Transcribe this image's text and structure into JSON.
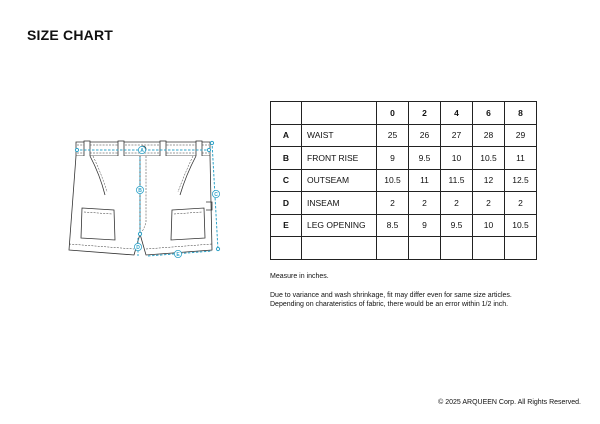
{
  "title": "SIZE CHART",
  "table": {
    "sizes": [
      "0",
      "2",
      "4",
      "6",
      "8"
    ],
    "rows": [
      {
        "code": "A",
        "name": "WAIST",
        "values": [
          "25",
          "26",
          "27",
          "28",
          "29"
        ]
      },
      {
        "code": "B",
        "name": "FRONT RISE",
        "values": [
          "9",
          "9.5",
          "10",
          "10.5",
          "11"
        ]
      },
      {
        "code": "C",
        "name": "OUTSEAM",
        "values": [
          "10.5",
          "11",
          "11.5",
          "12",
          "12.5"
        ]
      },
      {
        "code": "D",
        "name": "INSEAM",
        "values": [
          "2",
          "2",
          "2",
          "2",
          "2"
        ]
      },
      {
        "code": "E",
        "name": "LEG OPENING",
        "values": [
          "8.5",
          "9",
          "9.5",
          "10",
          "10.5"
        ]
      }
    ]
  },
  "notes": {
    "measure": "Measure in inches.",
    "line1": "Due to variance and wash shrinkage, fit may differ even for same size articles.",
    "line2": "Depending on charateristics of fabric, there would be an error within 1/2 inch."
  },
  "figure": {
    "markers": [
      "A",
      "B",
      "C",
      "D",
      "E"
    ],
    "accent_color": "#2fa3c8"
  },
  "copyright": "© 2025 ARQUEEN Corp. All Rights Reserved."
}
